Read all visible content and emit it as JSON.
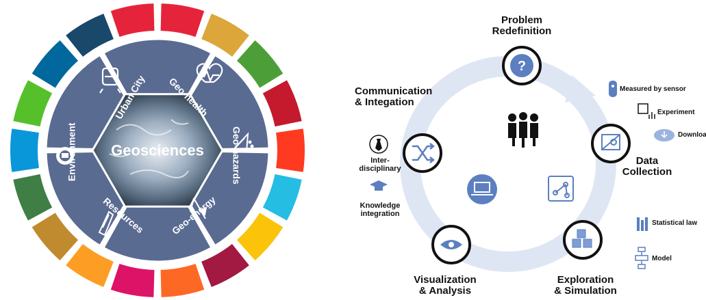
{
  "left_wheel": {
    "center_label": "Geosciences",
    "sectors": [
      {
        "label": "Urban City",
        "icon": "train-icon"
      },
      {
        "label": "Geo-health",
        "icon": "heart-pulse-icon"
      },
      {
        "label": "Geo-hazards",
        "icon": "hazard-icon"
      },
      {
        "label": "Geo-energy",
        "icon": "drilling-rig-icon"
      },
      {
        "label": "Resources",
        "icon": "pen-nib-icon"
      },
      {
        "label": "Environment",
        "icon": "recycle-icon"
      }
    ],
    "ring_colors": [
      "#e5243b",
      "#dda63a",
      "#4c9f38",
      "#c5192d",
      "#ff3a21",
      "#26bde2",
      "#fcc30b",
      "#a21942",
      "#fd6925",
      "#dd1367",
      "#fd9d24",
      "#bf8b2e",
      "#3f7e44",
      "#0a97d9",
      "#56c02b",
      "#00689d",
      "#19486a",
      "#e5243b"
    ]
  },
  "cycle": {
    "nodes": [
      {
        "label_line1": "Problem",
        "label_line2": "Redefinition",
        "icon": "question-icon"
      },
      {
        "label_line1": "Data",
        "label_line2": "Collection",
        "icon": "blueprint-icon"
      },
      {
        "label_line1": "Exploration",
        "label_line2": "& Simulation",
        "icon": "cubes-icon"
      },
      {
        "label_line1": "Visualization",
        "label_line2": "& Analysis",
        "icon": "eye-icon"
      },
      {
        "label_line1": "Communication",
        "label_line2": "& Integation",
        "icon": "shuffle-icon"
      }
    ],
    "data_sources": {
      "sensor": "Measured by sensor",
      "experiment": "Experiment",
      "download": "Download"
    },
    "methods": {
      "statistical": "Statistical law",
      "model": "Model"
    },
    "integration": {
      "interdisciplinary_line1": "Inter-",
      "interdisciplinary_line2": "disciplinary",
      "knowledge_line1": "Knowledge",
      "knowledge_line2": "integration"
    },
    "accent_color": "#5b7fc0",
    "track_color": "#dfe6f3"
  }
}
